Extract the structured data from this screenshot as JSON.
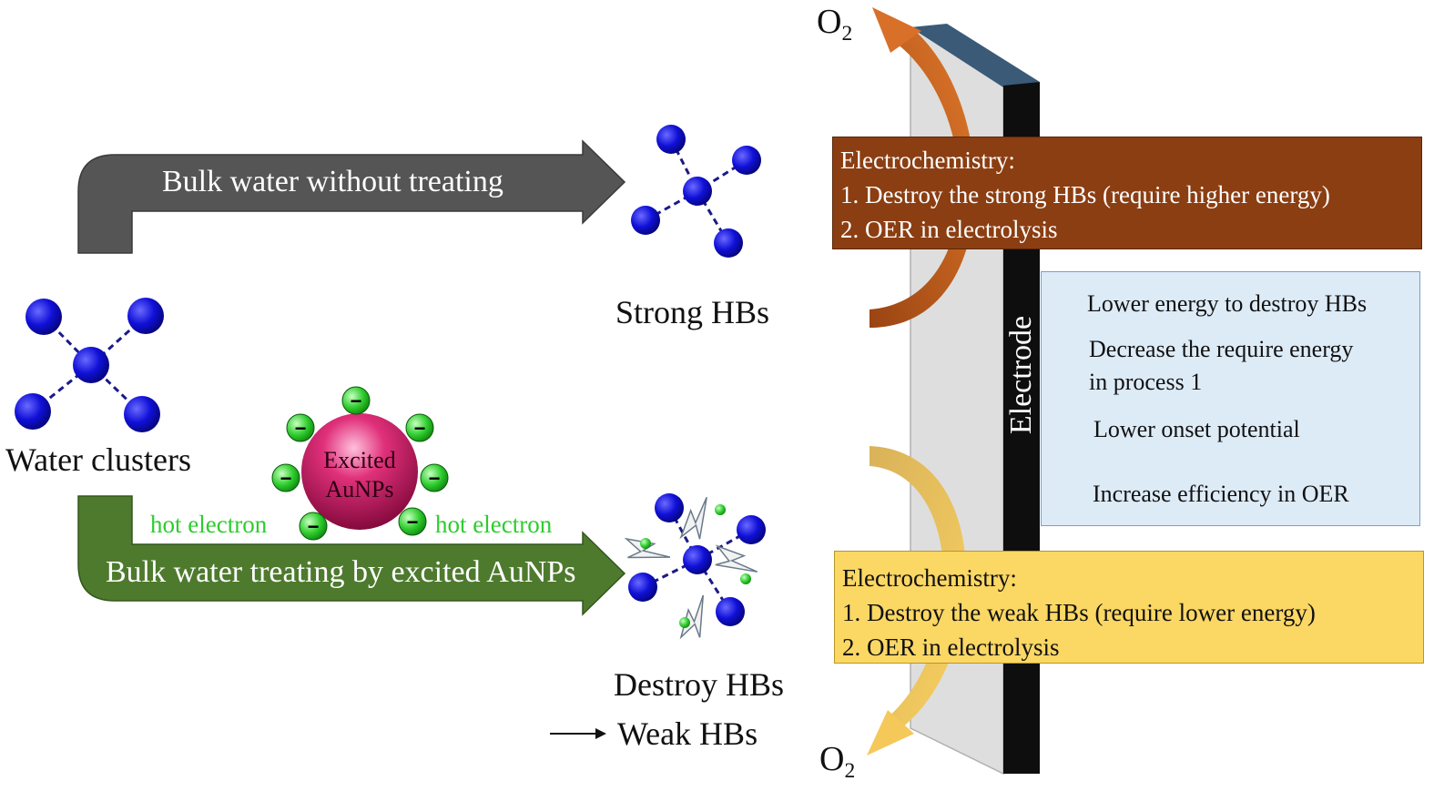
{
  "labels": {
    "water_clusters": "Water clusters",
    "strong_hbs": "Strong HBs",
    "destroy_hbs": "Destroy HBs",
    "weak_hbs": "Weak HBs",
    "arrow_top": "Bulk water without treating",
    "arrow_bottom": "Bulk water treating by excited AuNPs",
    "hot_electron_left": "hot electron",
    "hot_electron_right": "hot electron",
    "aunp_line1": "Excited",
    "aunp_line2": "AuNPs",
    "electrode": "Electrode",
    "o2_top_main": "O",
    "o2_top_sub": "2",
    "o2_bottom_main": "O",
    "o2_bottom_sub": "2",
    "minus": "−"
  },
  "box_strong": {
    "line1": "Electrochemistry:",
    "line2": "1. Destroy the strong HBs (require higher energy)",
    "line3": "2. OER in electrolysis"
  },
  "box_weak": {
    "line1": "Electrochemistry:",
    "line2": "1. Destroy the weak HBs (require lower energy)",
    "line3": "2. OER in electrolysis"
  },
  "box_benefits": {
    "line1": "Lower energy to destroy HBs",
    "line2": "Decrease the require energy",
    "line3": "in process 1",
    "line4": "Lower onset potential",
    "line5": "Increase efficiency in OER"
  },
  "colors": {
    "molecule_blue": "#1010d8",
    "arrow_top_gray": "#555555",
    "arrow_bottom_green": "#4e7a2e",
    "box_strong_brown": "#8b3e12",
    "box_weak_yellow": "#fbd764",
    "box_benefit_blue": "#ddebf7",
    "electron_green": "#2ecc2e",
    "aunp_magenta": "#b0105a"
  }
}
